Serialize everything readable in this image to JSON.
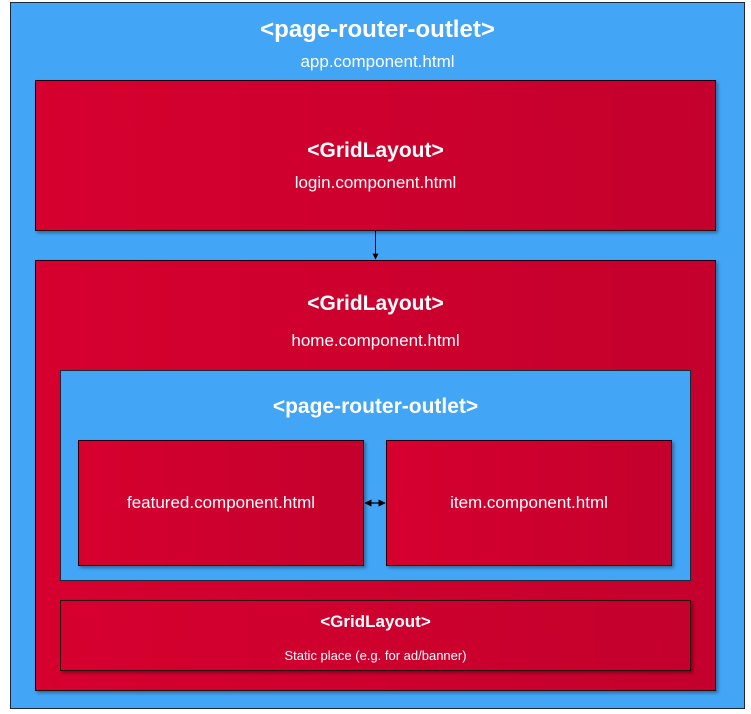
{
  "outer": {
    "tag": "<page-router-outlet>",
    "file": "app.component.html"
  },
  "login": {
    "tag": "<GridLayout>",
    "file": "login.component.html"
  },
  "home": {
    "tag": "<GridLayout>",
    "file": "home.component.html"
  },
  "inner_outlet": {
    "tag": "<page-router-outlet>"
  },
  "featured": {
    "file": "featured.component.html"
  },
  "item": {
    "file": "item.component.html"
  },
  "static": {
    "tag": "<GridLayout>",
    "desc": "Static place (e.g. for ad/banner)"
  },
  "colors": {
    "outlet_blue": "#42a5f5",
    "component_red": "#d6002f"
  }
}
